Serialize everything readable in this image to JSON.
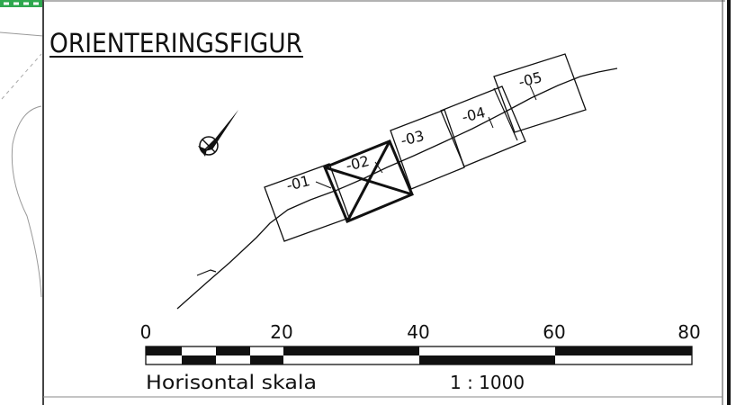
{
  "title": "ORIENTERINGSFIGUR",
  "sheets": [
    {
      "label": "-01"
    },
    {
      "label": "-02"
    },
    {
      "label": "-03"
    },
    {
      "label": "-04"
    },
    {
      "label": "-05"
    }
  ],
  "north_arrow": {
    "icon": "north-arrow-icon"
  },
  "scale_bar": {
    "ticks": [
      "0",
      "20",
      "40",
      "60",
      "80"
    ],
    "caption": "Horisontal skala",
    "ratio": "1 : 1000"
  },
  "colors": {
    "ink": "#111111",
    "frame": "#444444",
    "background": "#ffffff",
    "accent_marker": "#2fa84f"
  }
}
